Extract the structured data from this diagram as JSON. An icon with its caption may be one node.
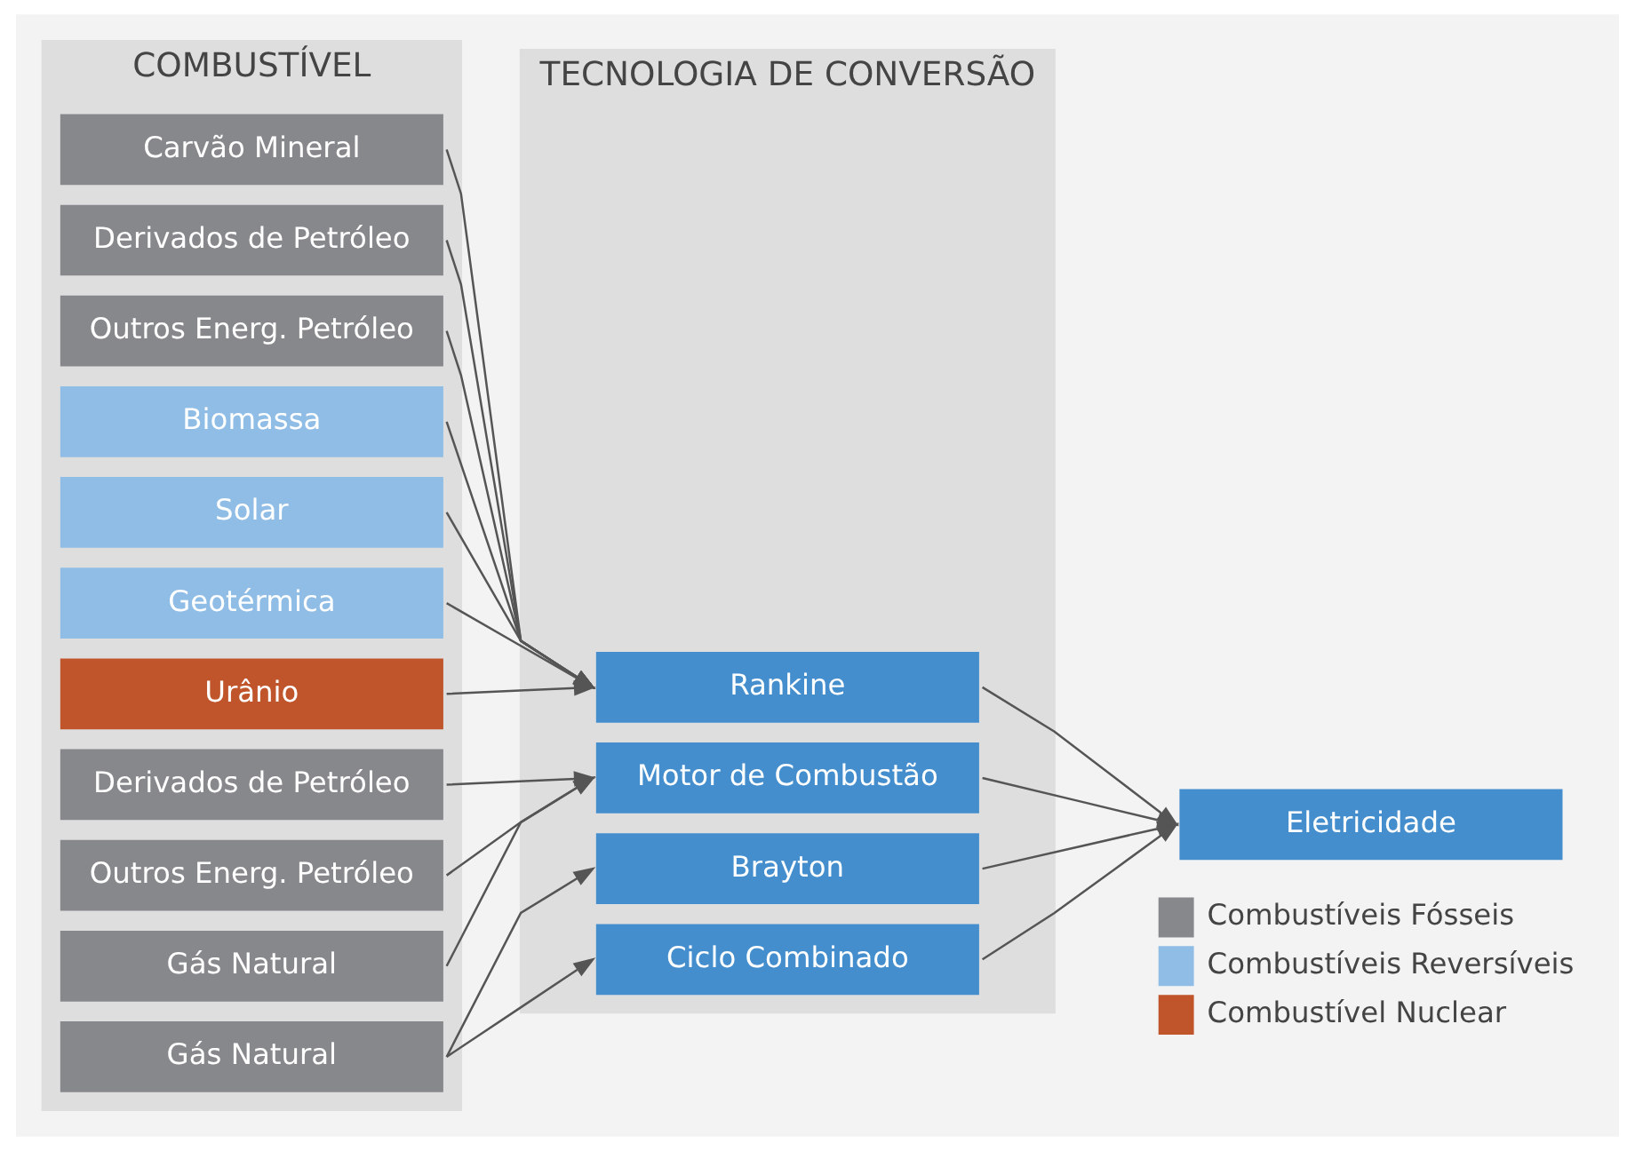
{
  "diagram": {
    "nodes": [
      {
        "text": [
          "COMBUSTÍVEL"
        ]
      },
      {
        "text": [
          "Carvão Mineral"
        ],
        "in": 0
      },
      {
        "text": [
          "Derivados de Petróleo"
        ],
        "in": 0
      },
      {
        "text": [
          "Outros Energ. Petróleo"
        ],
        "in": 0
      },
      {
        "text": [
          "Biomassa"
        ],
        "in": 0
      },
      {
        "text": [
          "Solar"
        ],
        "in": 0
      },
      {
        "text": [
          "Geotérmica"
        ],
        "in": 0
      },
      {
        "text": [
          "Urânio"
        ],
        "in": 0
      },
      {
        "text": [
          "Derivados de Petróleo"
        ],
        "in": 0
      },
      {
        "text": [
          "Outros Energ. Petróleo"
        ],
        "in": 0
      },
      {
        "text": [
          "Gás Natural"
        ],
        "in": 0
      },
      {
        "text": [
          "Gás Natural"
        ],
        "in": 0
      },
      {
        "text": [
          "TECNOLOGIA DE CONVERSÃO"
        ]
      },
      {
        "text": [
          "Rankine"
        ],
        "in": 12
      },
      {
        "text": [
          "Motor de Combustão"
        ],
        "in": 12
      },
      {
        "text": [
          "Brayton"
        ],
        "in": 12
      },
      {
        "text": [
          "Ciclo Combinado"
        ],
        "in": 12
      },
      {
        "text": [
          "Eletricidade"
        ]
      }
    ],
    "edges": [
      {
        "from": 1,
        "to": 13,
        "arrow": "to"
      },
      {
        "from": 2,
        "to": 13,
        "arrow": "to"
      },
      {
        "from": 3,
        "to": 13,
        "arrow": "to"
      },
      {
        "from": 4,
        "to": 13,
        "arrow": "to"
      },
      {
        "from": 5,
        "to": 13,
        "arrow": "to"
      },
      {
        "from": 6,
        "to": 13,
        "arrow": "to"
      },
      {
        "from": 7,
        "to": 13,
        "arrow": "to"
      },
      {
        "from": 8,
        "to": 14,
        "arrow": "to"
      },
      {
        "from": 9,
        "to": 14,
        "arrow": "to"
      },
      {
        "from": 10,
        "to": 14,
        "arrow": "to"
      },
      {
        "from": 11,
        "to": 15,
        "arrow": "to"
      },
      {
        "from": 11,
        "to": 16,
        "arrow": "to"
      },
      {
        "from": 13,
        "to": 17,
        "arrow": "to"
      },
      {
        "from": 14,
        "to": 17,
        "arrow": "to"
      },
      {
        "from": 15,
        "to": 17,
        "arrow": "to"
      },
      {
        "from": 16,
        "to": 17,
        "arrow": "to"
      }
    ],
    "legend": [
      {
        "text": "Combustíveis Fósseis",
        "color": "#87888c"
      },
      {
        "text": "Combustíveis Reversíveis",
        "color": "#8fbde6"
      },
      {
        "text": "Combustível Nuclear",
        "color": "#c0552b"
      }
    ]
  }
}
